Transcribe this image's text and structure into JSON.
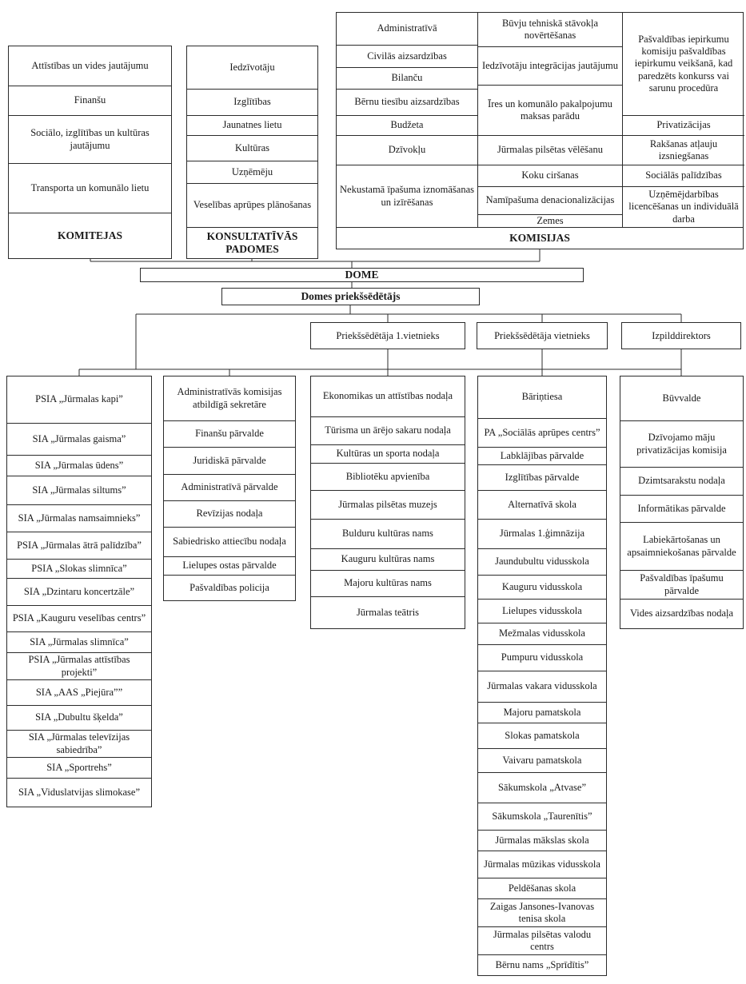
{
  "diagram": {
    "committees": {
      "header": "KOMITEJAS",
      "items": [
        "Attīstības un vides jautājumu",
        "Finanšu",
        "Sociālo, izglītības un kultūras jautājumu",
        "Transporta un komunālo lietu"
      ]
    },
    "advisory_councils": {
      "header": "KONSULTATĪVĀS PADOMES",
      "items": [
        "Iedzīvotāju",
        "Izglītības",
        "Jaunatnes lietu",
        "Kultūras",
        "Uzņēmēju",
        "Veselības aprūpes plānošanas"
      ]
    },
    "commissions": {
      "header": "KOMISIJAS",
      "col1": [
        "Administratīvā",
        "Civilās aizsardzības",
        "Bilanču",
        "Bērnu tiesību aizsardzības",
        "Budžeta",
        "Dzīvokļu",
        "Nekustamā īpašuma iznomāšanas un izīrēšanas"
      ],
      "col2": [
        "Būvju tehniskā stāvokļa novērtēšanas",
        "Iedzīvotāju integrācijas jautājumu",
        "Īres un komunālo pakalpojumu maksas parādu",
        "Jūrmalas pilsētas vēlēšanu",
        "Koku ciršanas",
        "Namīpašuma denacionalizācijas",
        "Zemes"
      ],
      "col3": [
        "Pašvaldības iepirkumu komisiju pašvaldības iepirkumu veikšanā, kad paredzēts konkurss vai sarunu procedūra",
        "Privatizācijas",
        "Rakšanas atļauju izsniegšanas",
        "Sociālās palīdzības",
        "Uzņēmējdarbības licencēšanas un individuālā darba"
      ]
    },
    "dome": "DOME",
    "chairman": "Domes priekšsēdētājs",
    "first_deputy": "Priekšsēdētāja 1.vietnieks",
    "deputy": "Priekšsēdētāja vietnieks",
    "executive_director": "Izpilddirektors",
    "companies": [
      "PSIA „Jūrmalas kapi”",
      "SIA „Jūrmalas gaisma”",
      "SIA „Jūrmalas ūdens”",
      "SIA „Jūrmalas siltums”",
      "SIA „Jūrmalas namsaimnieks”",
      "PSIA „Jūrmalas ātrā palīdzība”",
      "PSIA „Slokas slimnīca”",
      "SIA „Dzintaru koncertzāle”",
      "PSIA „Kauguru veselības centrs”",
      "SIA „Jūrmalas slimnīca”",
      "PSIA „Jūrmalas attīstības projekti”",
      "SIA „AAS „Piejūra””",
      "SIA „Dubultu šķelda”",
      "SIA „Jūrmalas televīzijas sabiedrība”",
      "SIA „Sportrehs”",
      "SIA „Viduslatvijas slimokase”"
    ],
    "administration": [
      "Administratīvās komisijas atbildīgā sekretāre",
      "Finanšu pārvalde",
      "Juridiskā pārvalde",
      "Administratīvā pārvalde",
      "Revīzijas nodaļa",
      "Sabiedrisko attiecību nodaļa",
      "Lielupes ostas pārvalde",
      "Pašvaldības policija"
    ],
    "first_deputy_units": [
      "Ekonomikas un attīstības nodaļa",
      "Tūrisma un ārējo sakaru nodaļa",
      "Kultūras un sporta nodaļa",
      "Bibliotēku apvienība",
      "Jūrmalas pilsētas muzejs",
      "Bulduru kultūras nams",
      "Kauguru kultūras nams",
      "Majoru kultūras nams",
      "Jūrmalas teātris"
    ],
    "deputy_units": [
      "Bāriņtiesa",
      "PA „Sociālās aprūpes centrs”",
      "Labklājības pārvalde",
      "Izglītības pārvalde",
      "Alternatīvā skola",
      "Jūrmalas 1.ģimnāzija",
      "Jaundubultu vidusskola",
      "Kauguru vidusskola",
      "Lielupes vidusskola",
      "Mežmalas vidusskola",
      "Pumpuru vidusskola",
      "Jūrmalas vakara vidusskola",
      "Majoru pamatskola",
      "Slokas pamatskola",
      "Vaivaru pamatskola",
      "Sākumskola „Atvase”",
      "Sākumskola „Taurenītis”",
      "Jūrmalas mākslas skola",
      "Jūrmalas mūzikas vidusskola",
      "Peldēšanas skola",
      "Zaigas Jansones-Ivanovas tenisa skola",
      "Jūrmalas pilsētas valodu centrs",
      "Bērnu nams „Sprīdītis”"
    ],
    "executive_units": [
      "Būvvalde",
      "Dzīvojamo māju privatizācijas komisija",
      "Dzimtsarakstu nodaļa",
      "Informātikas pārvalde",
      "Labiekārtošanas un apsaimniekošanas pārvalde",
      "Pašvaldības īpašumu pārvalde",
      "Vides aizsardzības nodaļa"
    ]
  }
}
